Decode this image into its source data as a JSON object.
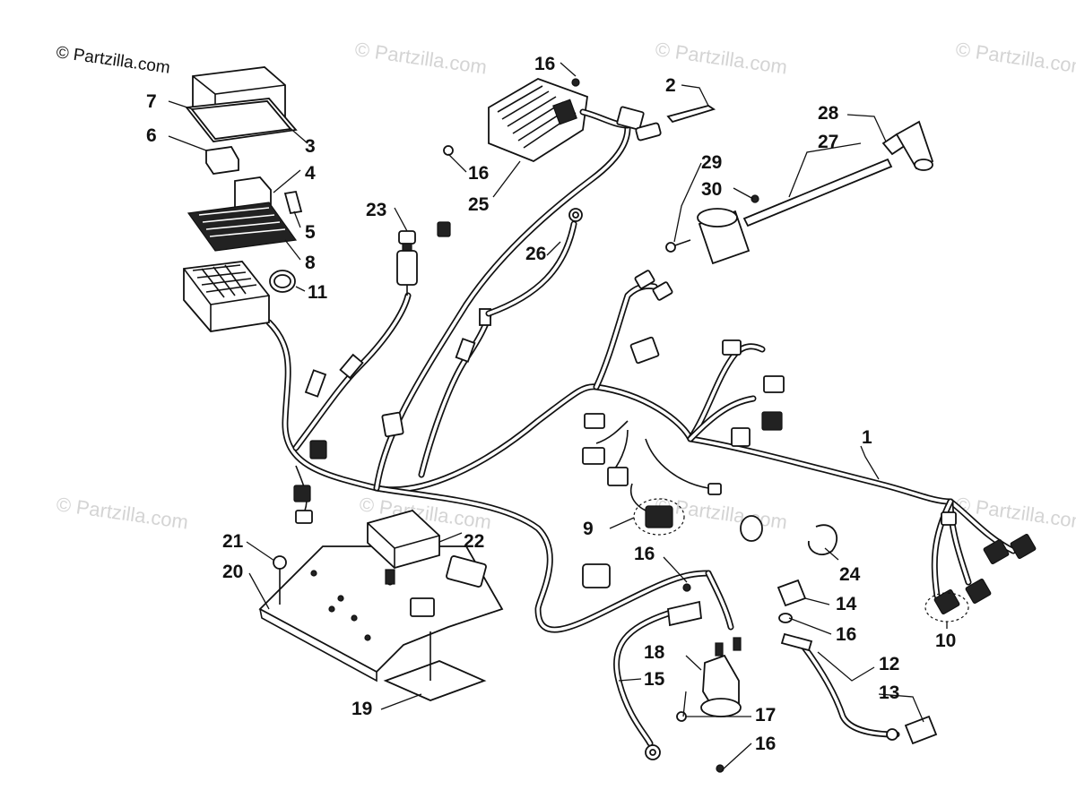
{
  "copyright": "© Partzilla.com",
  "watermark": "© Partzilla.com",
  "callouts": [
    {
      "id": "c1",
      "num": "1"
    },
    {
      "id": "c2",
      "num": "2"
    },
    {
      "id": "c3",
      "num": "3"
    },
    {
      "id": "c4",
      "num": "4"
    },
    {
      "id": "c5",
      "num": "5"
    },
    {
      "id": "c6",
      "num": "6"
    },
    {
      "id": "c7",
      "num": "7"
    },
    {
      "id": "c8",
      "num": "8"
    },
    {
      "id": "c9",
      "num": "9"
    },
    {
      "id": "c10",
      "num": "10"
    },
    {
      "id": "c11",
      "num": "11"
    },
    {
      "id": "c12",
      "num": "12"
    },
    {
      "id": "c13",
      "num": "13"
    },
    {
      "id": "c14",
      "num": "14"
    },
    {
      "id": "c15",
      "num": "15"
    },
    {
      "id": "c16a",
      "num": "16"
    },
    {
      "id": "c16b",
      "num": "16"
    },
    {
      "id": "c16c",
      "num": "16"
    },
    {
      "id": "c16d",
      "num": "16"
    },
    {
      "id": "c16e",
      "num": "16"
    },
    {
      "id": "c17",
      "num": "17"
    },
    {
      "id": "c18",
      "num": "18"
    },
    {
      "id": "c19",
      "num": "19"
    },
    {
      "id": "c20",
      "num": "20"
    },
    {
      "id": "c21",
      "num": "21"
    },
    {
      "id": "c22",
      "num": "22"
    },
    {
      "id": "c23",
      "num": "23"
    },
    {
      "id": "c24",
      "num": "24"
    },
    {
      "id": "c25",
      "num": "25"
    },
    {
      "id": "c26",
      "num": "26"
    },
    {
      "id": "c27",
      "num": "27"
    },
    {
      "id": "c28",
      "num": "28"
    },
    {
      "id": "c29",
      "num": "29"
    },
    {
      "id": "c30",
      "num": "30"
    }
  ]
}
